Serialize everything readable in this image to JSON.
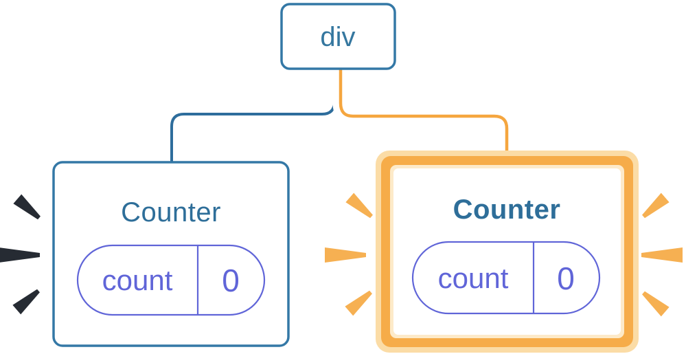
{
  "diagram": {
    "root": {
      "label": "div"
    },
    "left_component": {
      "name": "Counter",
      "state": {
        "key": "count",
        "value": "0"
      }
    },
    "right_component": {
      "name": "Counter",
      "state": {
        "key": "count",
        "value": "0"
      },
      "highlighted": "true"
    }
  },
  "colors": {
    "background": "#ffffff",
    "box_fill": "#ffffff",
    "blue_border": "#3478a6",
    "root_text": "#35779f",
    "heading_text": "#2e6e99",
    "blue_line": "#2e6d9c",
    "orange_line": "#f5a63f",
    "line_casing": "#ffffff",
    "orange_border": "#f6ac49",
    "pale_orange": "#fbdca6",
    "inner_pale": "#fdeac9",
    "indigo": "#6065d8",
    "spark_dark": "#262b33",
    "spark_orange": "#f6b052"
  }
}
